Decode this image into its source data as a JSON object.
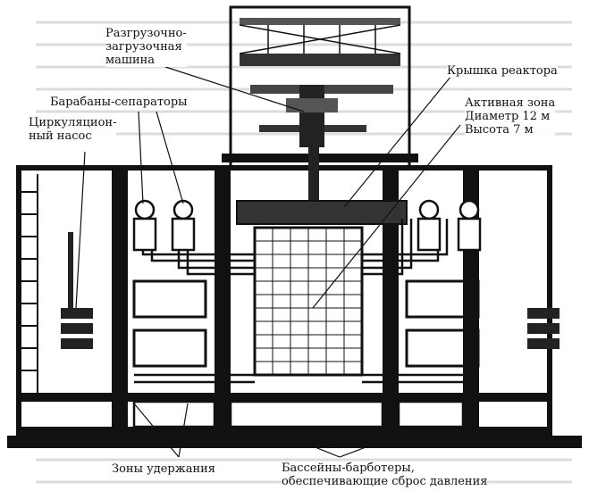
{
  "labels": {
    "refueling_machine": "Разгрузочно-\nзагрузочная\nмашина",
    "reactor_lid": "Крышка реактора",
    "drum_separators": "Барабаны-сепараторы",
    "active_zone": "Активная зона\nДиаметр 12 м\nВысота 7 м",
    "circulation_pump": "Циркуляцион-\nный насос",
    "containment_zones": "Зоны удержания",
    "bubbler_pools": "Бассейны-барботеры,\nобеспечивающие сброс давления"
  },
  "colors": {
    "ink": "#111111",
    "paper": "#ffffff",
    "shade": "#6b6b6b",
    "grid": "#d8d8d8"
  }
}
